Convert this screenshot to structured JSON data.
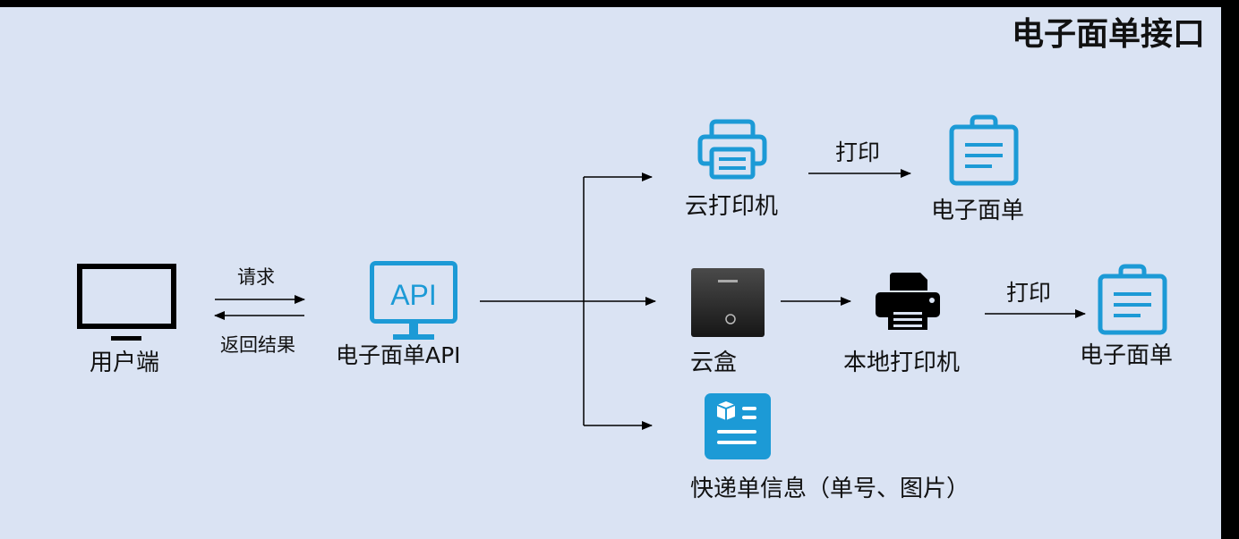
{
  "title": "电子面单接口",
  "nodes": {
    "user_terminal": "用户端",
    "api": "电子面单API",
    "api_screen_text": "API",
    "cloud_printer": "云打印机",
    "waybill_top": "电子面单",
    "cloud_box": "云盒",
    "local_printer": "本地打印机",
    "waybill_mid": "电子面单",
    "waybill_info": "快递单信息（单号、图片）"
  },
  "edges": {
    "request": "请求",
    "response": "返回结果",
    "print_top": "打印",
    "print_mid": "打印"
  },
  "colors": {
    "background": "#dae3f3",
    "accent_blue": "#1c9ad6",
    "line": "#000000"
  }
}
